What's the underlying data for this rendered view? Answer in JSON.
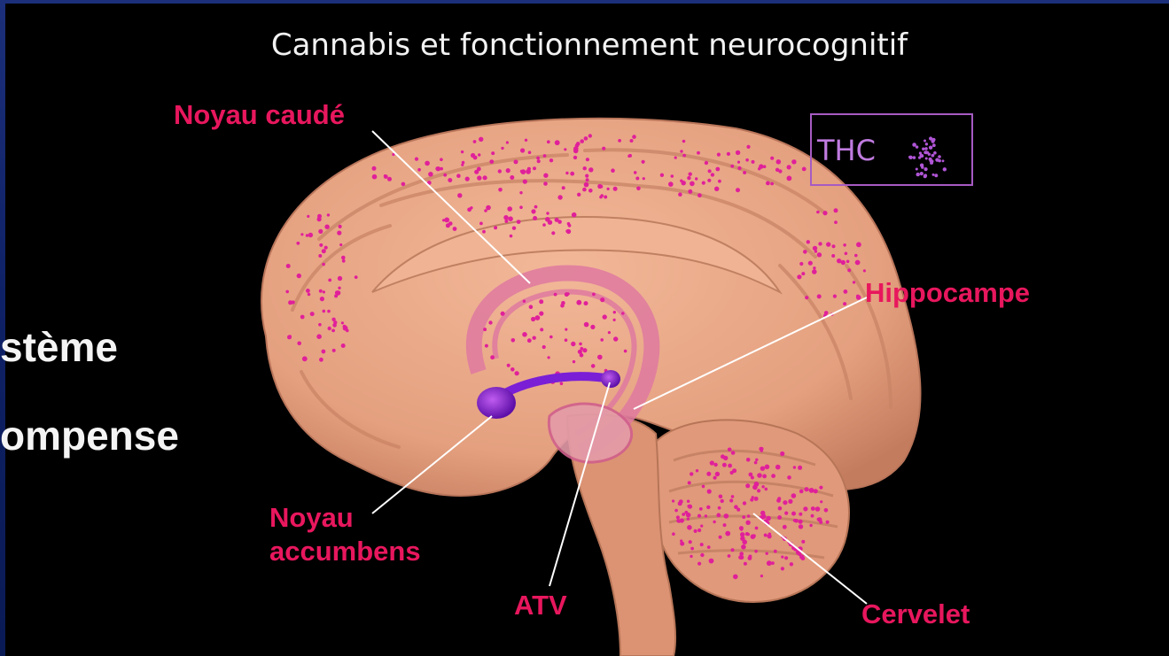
{
  "title": "Cannabis et fonctionnement neurocognitif",
  "side_text": [
    "stème",
    "ompense"
  ],
  "labels": {
    "noyau_caude": "Noyau caudé",
    "hippocampe": "Hippocampe",
    "noyau_accumbens": "Noyau\naccumbens",
    "atv": "ATV",
    "cervelet": "Cervelet"
  },
  "legend": {
    "text": "THC"
  },
  "colors": {
    "label": "#e8175d",
    "brain": "#e8a383",
    "dots": "#e0209a",
    "pathway": "#7a1fd6",
    "legend_border": "#a65bc2",
    "background": "#000000",
    "frame": "#1b2f7a"
  }
}
